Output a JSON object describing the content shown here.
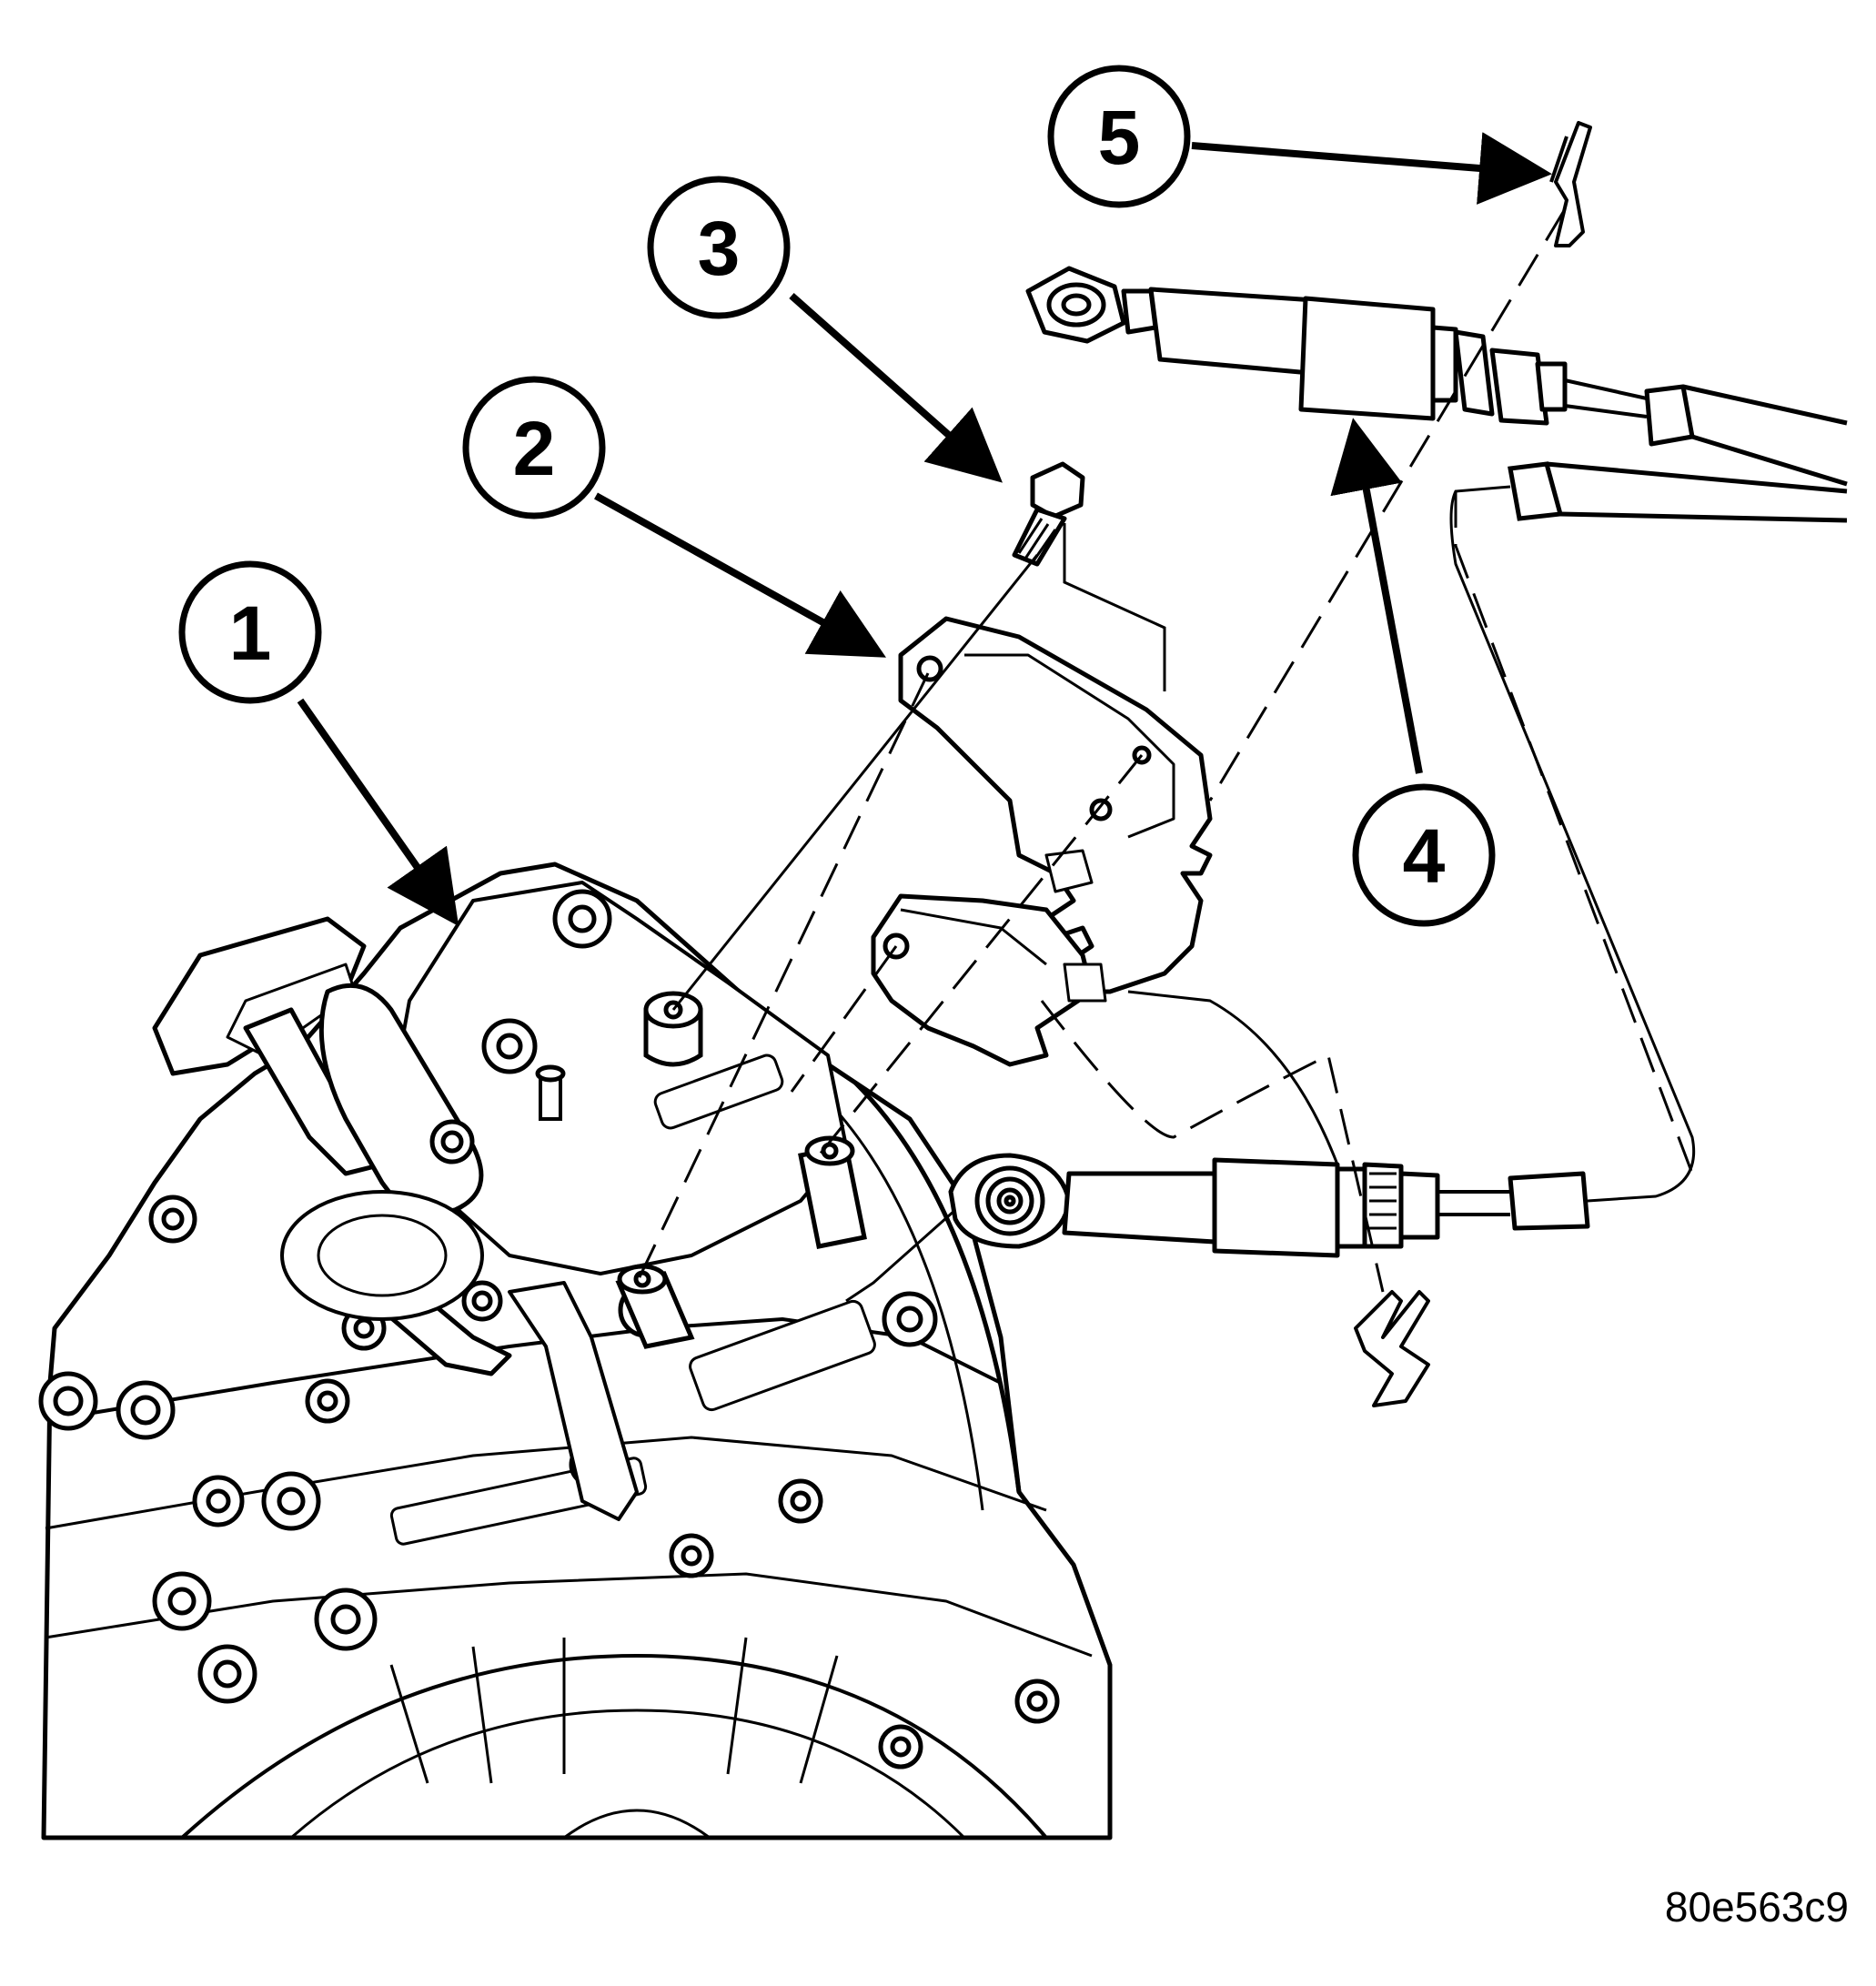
{
  "figure": {
    "figure_id": "80e563c9",
    "style": {
      "ink": "#000000",
      "paper": "#ffffff"
    }
  },
  "callouts": [
    {
      "number": "1"
    },
    {
      "number": "2"
    },
    {
      "number": "3"
    },
    {
      "number": "4"
    },
    {
      "number": "5"
    }
  ]
}
